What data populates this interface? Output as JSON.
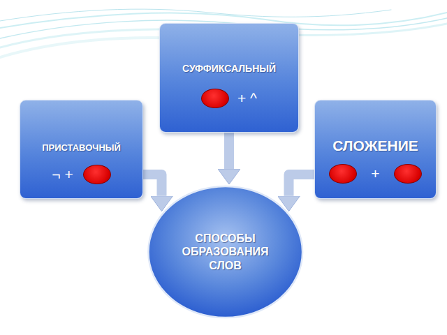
{
  "diagram": {
    "nodes": [
      {
        "text": [
          "СУФФИКСАЛЬНЫЙ",
          "+ ^"
        ]
      },
      {
        "text": [
          "ПРИСТАВОЧНЫЙ",
          "¬ +"
        ]
      },
      {
        "text": [
          "СЛОЖЕНИЕ",
          "+"
        ]
      },
      {
        "text": [
          "СПОСОБЫ ОБРАЗОВАНИЯ СЛОВ"
        ]
      }
    ],
    "edges": [
      {
        "from": 0,
        "to": 3,
        "arrow": "to"
      },
      {
        "from": 1,
        "to": 3,
        "arrow": "to"
      },
      {
        "from": 2,
        "to": 3,
        "arrow": "to"
      }
    ]
  }
}
